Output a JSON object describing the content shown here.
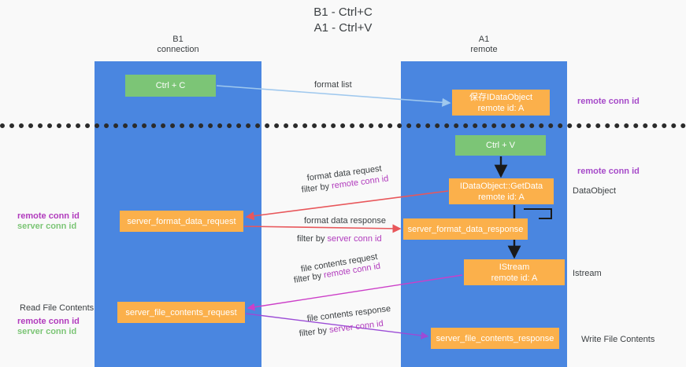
{
  "title": {
    "line1": "B1 - Ctrl+C",
    "line2": "A1 - Ctrl+V"
  },
  "lanes": [
    {
      "id": "b1",
      "title": "B1",
      "subtitle": "connection",
      "color": "#4a86e0"
    },
    {
      "id": "a1",
      "title": "A1",
      "subtitle": "remote",
      "color": "#4a86e0"
    }
  ],
  "colors": {
    "lane": "#4a86e0",
    "green_node": "#7cc576",
    "orange_node": "#fbb04b",
    "purple_text": "#a64ac9",
    "magenta_text": "#b13bbd",
    "green_text": "#7cc576",
    "dark_text": "#3c4043",
    "background": "#f9f9f9",
    "divider": "#2b2b2b",
    "arrow_blue": "#9fc8ee",
    "arrow_red": "#e8575b",
    "arrow_black": "#1a1a1a",
    "arrow_magenta": "#cc3fc8",
    "arrow_violet": "#9b4bd6"
  },
  "nodes": {
    "ctrl_c": {
      "line1": "Ctrl + C"
    },
    "save_dataobject": {
      "line1": "保存IDataObject",
      "line2": "remote id: A"
    },
    "ctrl_v": {
      "line1": "Ctrl + V"
    },
    "getdata": {
      "line1": "IDataObject::GetData",
      "line2": "remote id: A"
    },
    "server_format_data_request": {
      "line1": "server_format_data_request"
    },
    "server_format_data_response": {
      "line1": "server_format_data_response"
    },
    "istream": {
      "line1": "IStream",
      "line2": "remote id: A"
    },
    "server_file_contents_request": {
      "line1": "server_file_contents_request"
    },
    "server_file_contents_response": {
      "line1": "server_file_contents_response"
    }
  },
  "annotations": {
    "format_list": "format list",
    "remote_conn_id_1": "remote conn id",
    "remote_conn_id_2": "remote conn id",
    "dataobject_label": "DataObject",
    "format_data_request": "format data request",
    "filter_by": "filter by",
    "remote_conn_id_filter_1": "remote conn id",
    "format_data_response": "format data response",
    "server_conn_id_filter_1": "server conn id",
    "left_remote_conn_id_1": "remote conn id",
    "left_server_conn_id_1": "server conn id",
    "file_contents_request": "file contents request",
    "remote_conn_id_filter_2": "remote conn id",
    "istream_label": "Istream",
    "read_file_contents": "Read File Contents",
    "left_remote_conn_id_2": "remote conn id",
    "left_server_conn_id_2": "server conn id",
    "file_contents_response": "file contents response",
    "server_conn_id_filter_2": "server conn id",
    "write_file_contents": "Write File Contents"
  }
}
